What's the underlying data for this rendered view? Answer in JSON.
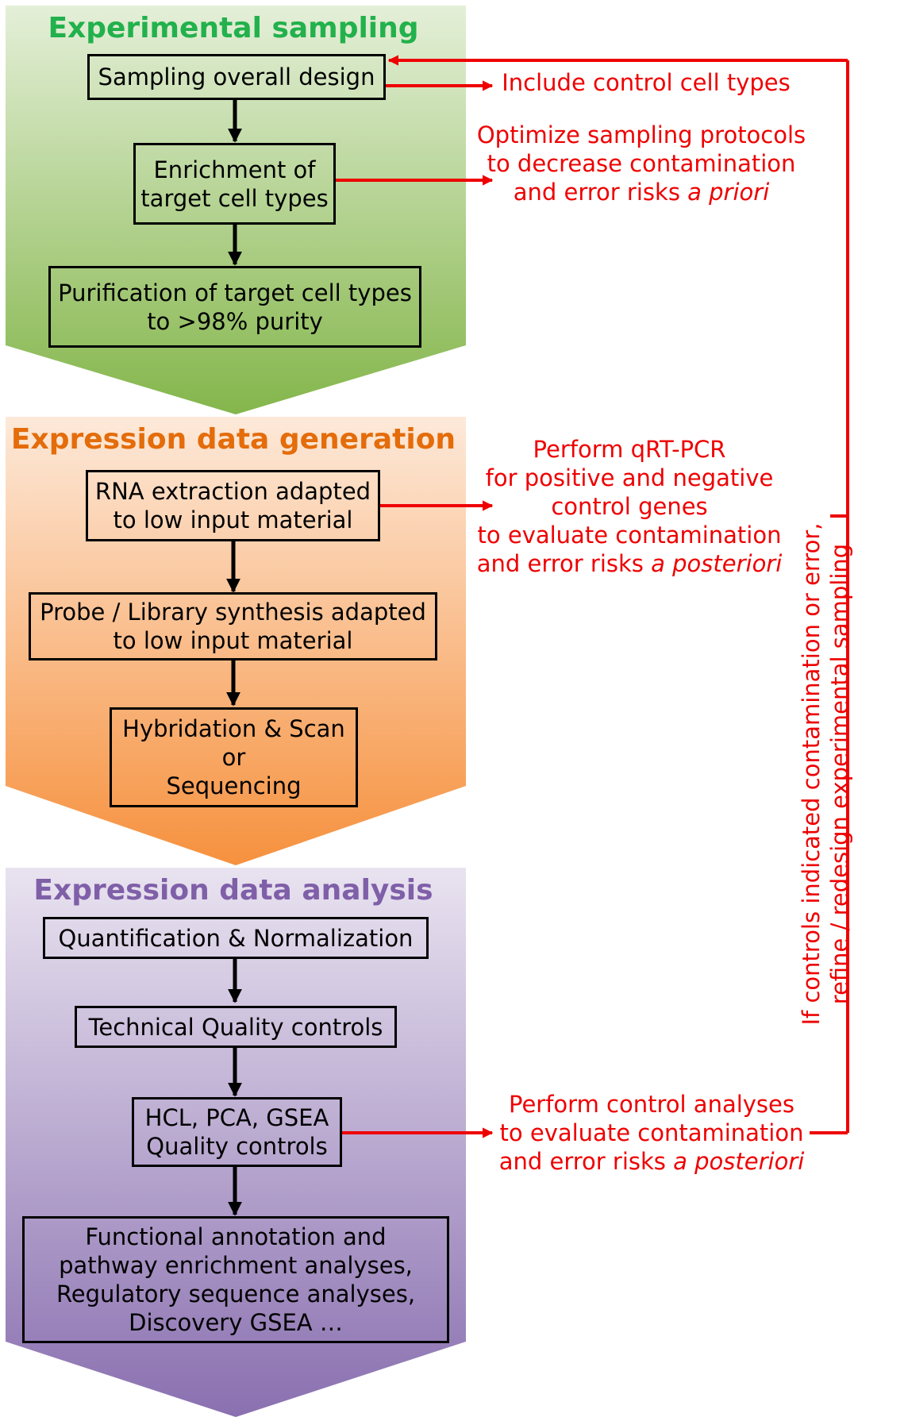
{
  "stages": [
    {
      "title": "Experimental sampling",
      "color": "#22b14c",
      "gradient": [
        "#e4efd8",
        "#84b64b"
      ],
      "boxes": [
        {
          "lines": [
            "Sampling overall design"
          ]
        },
        {
          "lines": [
            "Enrichment of",
            "target cell types"
          ]
        },
        {
          "lines": [
            "Purification of target cell types",
            "to >98% purity"
          ]
        }
      ]
    },
    {
      "title": "Expression data generation",
      "color": "#e46c0a",
      "gradient": [
        "#fde9d9",
        "#f6913e"
      ],
      "boxes": [
        {
          "lines": [
            "RNA extraction adapted",
            "to low input material"
          ]
        },
        {
          "lines": [
            "Probe / Library synthesis adapted",
            "to low input material"
          ]
        },
        {
          "lines": [
            "Hybridation & Scan",
            "or",
            "Sequencing"
          ]
        }
      ]
    },
    {
      "title": "Expression data analysis",
      "color": "#7f5fa8",
      "gradient": [
        "#e9e3f0",
        "#8a70b0"
      ],
      "boxes": [
        {
          "lines": [
            "Quantification & Normalization"
          ]
        },
        {
          "lines": [
            "Technical Quality controls"
          ]
        },
        {
          "lines": [
            "HCL, PCA, GSEA",
            "Quality controls"
          ]
        },
        {
          "lines": [
            "Functional annotation and",
            "pathway enrichment analyses,",
            "Regulatory sequence analyses,",
            "Discovery GSEA …"
          ]
        }
      ]
    }
  ],
  "notes": [
    {
      "lines": [
        {
          "text": "Include control cell types",
          "italic": ""
        }
      ]
    },
    {
      "lines": [
        {
          "text": "Optimize sampling protocols",
          "italic": ""
        },
        {
          "text": "to decrease contamination",
          "italic": ""
        },
        {
          "text": "and error risks ",
          "italic": "a priori"
        }
      ]
    },
    {
      "lines": [
        {
          "text": "Perform qRT-PCR",
          "italic": ""
        },
        {
          "text": "for positive and negative",
          "italic": ""
        },
        {
          "text": "control genes",
          "italic": ""
        },
        {
          "text": "to evaluate contamination",
          "italic": ""
        },
        {
          "text": "and error risks ",
          "italic": "a posteriori"
        }
      ]
    },
    {
      "lines": [
        {
          "text": "Perform control analyses",
          "italic": ""
        },
        {
          "text": "to evaluate contamination",
          "italic": ""
        },
        {
          "text": "and error risks ",
          "italic": "a posteriori"
        }
      ]
    }
  ],
  "feedback": {
    "lines": [
      "If controls indicated contamination or error,",
      "refine / redesign experimental sampling"
    ]
  },
  "colors": {
    "accent_red": "#ee0000",
    "box_border": "#000000"
  }
}
